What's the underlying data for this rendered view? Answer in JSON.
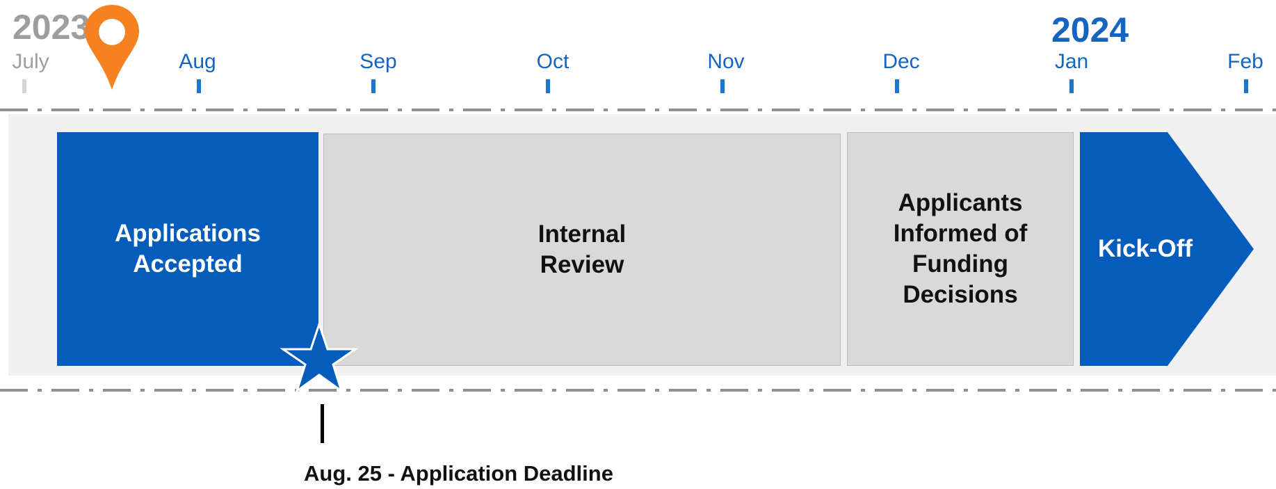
{
  "years": {
    "start": "2023",
    "end": "2024"
  },
  "months": [
    "July",
    "Aug",
    "Sep",
    "Oct",
    "Nov",
    "Dec",
    "Jan",
    "Feb"
  ],
  "phases": {
    "applications_accepted": [
      "Applications",
      "Accepted"
    ],
    "internal_review": [
      "Internal",
      "Review"
    ],
    "applicants_informed": [
      "Applicants",
      "Informed of",
      "Funding",
      "Decisions"
    ],
    "kick_off": "Kick-Off"
  },
  "milestone": {
    "label": "Aug. 25 - Application Deadline"
  },
  "colors": {
    "blue": "#065CBB",
    "grey_box": "#D9D9D9",
    "band": "#F0F0F0",
    "marker": "#F5821F",
    "month_text": "#1565C0",
    "year_2023": "#9E9E9E",
    "year_2024": "#1565C0"
  },
  "icons": {
    "current_position": "map-pin-icon",
    "deadline": "star-icon"
  }
}
